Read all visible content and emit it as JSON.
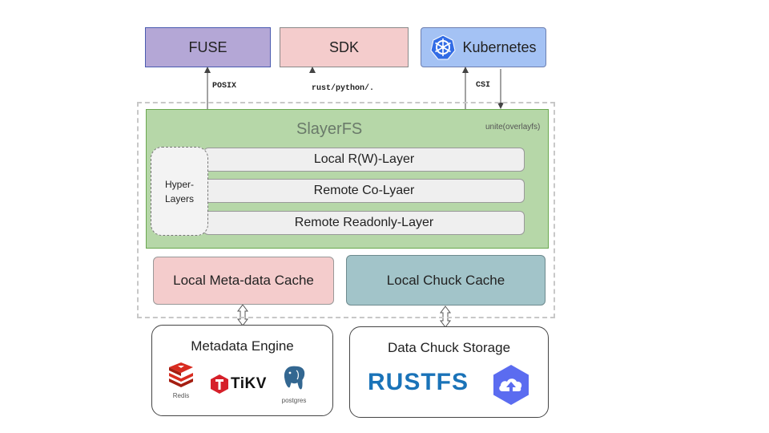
{
  "top": {
    "fuse": "FUSE",
    "sdk": "SDK",
    "kubernetes": "Kubernetes"
  },
  "arrows": {
    "posix": "POSIX",
    "sdk_lang": "rust/python/.",
    "csi": "CSI"
  },
  "slayer": {
    "title": "SlayerFS",
    "overlay_label": "unite(overlayfs)",
    "hyper_layers": [
      "Hyper-",
      "Layers"
    ],
    "layers": {
      "rw": "Local R(W)-Layer",
      "co": "Remote Co-Lyaer",
      "ro": "Remote Readonly-Layer"
    }
  },
  "caches": {
    "meta": "Local Meta-data Cache",
    "chunk": "Local Chuck Cache"
  },
  "meta_engine": {
    "title": "Metadata Engine",
    "logos": {
      "redis": "Redis",
      "tikv": "TiKV",
      "postgres": "postgres"
    }
  },
  "data_storage": {
    "title": "Data Chuck Storage",
    "logos": {
      "rustfs": "RUSTFS"
    }
  },
  "colors": {
    "fuse": "#b4a7d6",
    "sdk": "#f4cccc",
    "kubernetes": "#a4c2f4",
    "slayer": "#b6d7a8",
    "chunk_cache": "#a2c4c9",
    "rustfs_blue": "#1a73b8",
    "tikv_red": "#d6202a",
    "redis_red": "#d82c20",
    "cloud_purple": "#5b6cf0"
  }
}
